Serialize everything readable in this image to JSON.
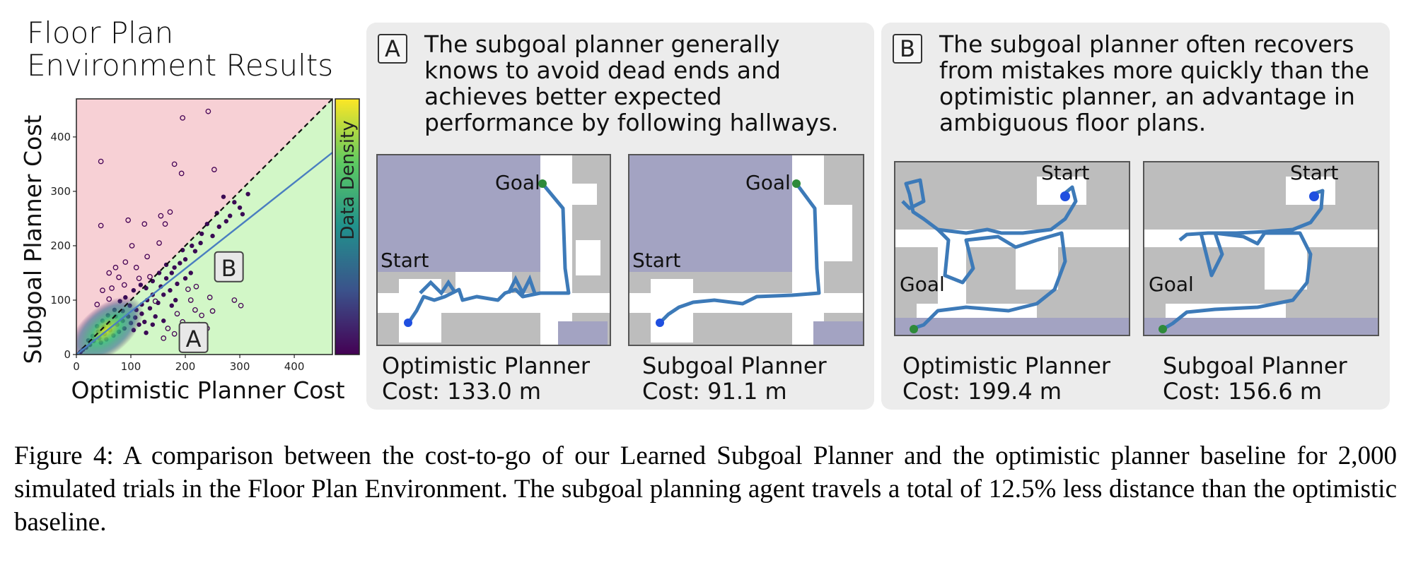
{
  "figure": {
    "title_line1": "Floor Plan",
    "title_line2": "Environment Results",
    "caption": "Figure 4:  A comparison between the cost-to-go of our Learned Subgoal Planner and the optimistic planner baseline for 2,000 simulated trials in the Floor Plan Environment. The subgoal planning agent travels a total of 12.5% less distance than the optimistic baseline."
  },
  "chart_data": {
    "type": "scatter",
    "xlabel": "Optimistic Planner Cost",
    "ylabel": "Subgoal Planner Cost",
    "colorbar_label": "Data Density",
    "xlim": [
      0,
      470
    ],
    "ylim": [
      0,
      470
    ],
    "xticks": [
      0,
      100,
      200,
      300,
      400
    ],
    "yticks": [
      0,
      100,
      200,
      300,
      400
    ],
    "regions": {
      "above_diagonal_color": "#f7d0d5",
      "below_diagonal_color": "#d2f7c7"
    },
    "diagonal": {
      "style": "dashed",
      "color": "#111111"
    },
    "fit_line": {
      "color": "#4a7ec0",
      "slope": 0.79,
      "intercept": 0
    },
    "colormap": "viridis",
    "annotations": [
      {
        "label": "A",
        "x": 215,
        "y": 30
      },
      {
        "label": "B",
        "x": 280,
        "y": 160
      }
    ],
    "outlier_points": [
      [
        195,
        435
      ],
      [
        242,
        447
      ],
      [
        45,
        355
      ],
      [
        180,
        350
      ],
      [
        253,
        340
      ],
      [
        193,
        333
      ],
      [
        45,
        237
      ],
      [
        95,
        247
      ],
      [
        125,
        240
      ],
      [
        155,
        255
      ],
      [
        172,
        262
      ],
      [
        163,
        240
      ],
      [
        72,
        160
      ],
      [
        90,
        170
      ],
      [
        110,
        160
      ],
      [
        130,
        180
      ],
      [
        152,
        205
      ],
      [
        102,
        200
      ],
      [
        60,
        150
      ],
      [
        115,
        140
      ],
      [
        88,
        128
      ],
      [
        135,
        143
      ],
      [
        48,
        118
      ],
      [
        65,
        122
      ],
      [
        210,
        100
      ],
      [
        218,
        82
      ],
      [
        230,
        72
      ],
      [
        250,
        80
      ],
      [
        225,
        55
      ],
      [
        240,
        48
      ],
      [
        195,
        60
      ],
      [
        168,
        48
      ],
      [
        180,
        38
      ],
      [
        290,
        100
      ],
      [
        302,
        90
      ],
      [
        160,
        30
      ],
      [
        205,
        120
      ],
      [
        220,
        125
      ],
      [
        245,
        105
      ],
      [
        185,
        75
      ],
      [
        145,
        98
      ],
      [
        78,
        142
      ],
      [
        60,
        102
      ],
      [
        38,
        92
      ]
    ],
    "dense_points": [
      [
        270,
        290
      ],
      [
        315,
        295
      ],
      [
        300,
        270
      ],
      [
        282,
        255
      ],
      [
        240,
        240
      ],
      [
        250,
        218
      ],
      [
        218,
        190
      ],
      [
        228,
        205
      ],
      [
        200,
        175
      ],
      [
        190,
        168
      ],
      [
        175,
        150
      ],
      [
        165,
        140
      ],
      [
        155,
        125
      ],
      [
        140,
        110
      ],
      [
        130,
        100
      ],
      [
        120,
        92
      ],
      [
        110,
        82
      ],
      [
        95,
        70
      ],
      [
        85,
        62
      ],
      [
        75,
        55
      ],
      [
        62,
        45
      ],
      [
        52,
        38
      ],
      [
        42,
        30
      ],
      [
        32,
        25
      ],
      [
        25,
        18
      ],
      [
        18,
        13
      ],
      [
        12,
        9
      ],
      [
        8,
        5
      ],
      [
        150,
        95
      ],
      [
        160,
        110
      ],
      [
        172,
        118
      ],
      [
        185,
        130
      ],
      [
        200,
        140
      ],
      [
        210,
        150
      ],
      [
        120,
        75
      ],
      [
        108,
        68
      ],
      [
        100,
        58
      ],
      [
        88,
        48
      ],
      [
        78,
        42
      ],
      [
        68,
        35
      ],
      [
        55,
        28
      ],
      [
        45,
        22
      ],
      [
        135,
        85
      ],
      [
        145,
        70
      ],
      [
        125,
        60
      ],
      [
        115,
        55
      ],
      [
        105,
        45
      ],
      [
        140,
        55
      ],
      [
        128,
        40
      ],
      [
        160,
        62
      ],
      [
        175,
        90
      ],
      [
        182,
        100
      ],
      [
        98,
        90
      ],
      [
        85,
        80
      ],
      [
        72,
        70
      ],
      [
        60,
        58
      ],
      [
        50,
        50
      ],
      [
        40,
        42
      ],
      [
        30,
        34
      ],
      [
        22,
        26
      ],
      [
        70,
        82
      ],
      [
        58,
        72
      ],
      [
        48,
        62
      ],
      [
        38,
        52
      ],
      [
        80,
        98
      ],
      [
        90,
        105
      ],
      [
        105,
        118
      ],
      [
        118,
        128
      ],
      [
        128,
        122
      ],
      [
        140,
        135
      ],
      [
        152,
        150
      ],
      [
        165,
        165
      ],
      [
        180,
        160
      ],
      [
        195,
        192
      ],
      [
        212,
        200
      ],
      [
        230,
        222
      ],
      [
        258,
        260
      ],
      [
        262,
        235
      ],
      [
        275,
        245
      ],
      [
        290,
        280
      ],
      [
        305,
        258
      ]
    ]
  },
  "panels": [
    {
      "tag": "A",
      "desc_lines": [
        "The subgoal planner generally",
        "knows to avoid dead ends and",
        "achieves better expected",
        "performance by following hallways."
      ],
      "maps": [
        {
          "caption_line1": "Optimistic Planner",
          "caption_line2": "Cost: 133.0 m",
          "goal_label": "Goal",
          "start_label": "Start"
        },
        {
          "caption_line1": "Subgoal Planner",
          "caption_line2": "Cost: 91.1 m",
          "goal_label": "Goal",
          "start_label": "Start"
        }
      ]
    },
    {
      "tag": "B",
      "desc_lines": [
        "The subgoal planner often recovers",
        "from mistakes more quickly than the",
        "optimistic planner, an advantage in",
        "ambiguous floor plans."
      ],
      "maps": [
        {
          "caption_line1": "Optimistic Planner",
          "caption_line2": "Cost: 199.4 m",
          "goal_label": "Goal",
          "start_label": "Start"
        },
        {
          "caption_line1": "Subgoal Planner",
          "caption_line2": "Cost: 156.6 m",
          "goal_label": "Goal",
          "start_label": "Start"
        }
      ]
    }
  ],
  "colors": {
    "panel_bg": "#ececec",
    "path": "#3d7ab8",
    "start_dot": "#1f4fe0",
    "goal_dot": "#2e8a3a",
    "unknown_region": "#a3a3c2",
    "free_space": "#ffffff",
    "obstacle": "#bdbdbd"
  }
}
